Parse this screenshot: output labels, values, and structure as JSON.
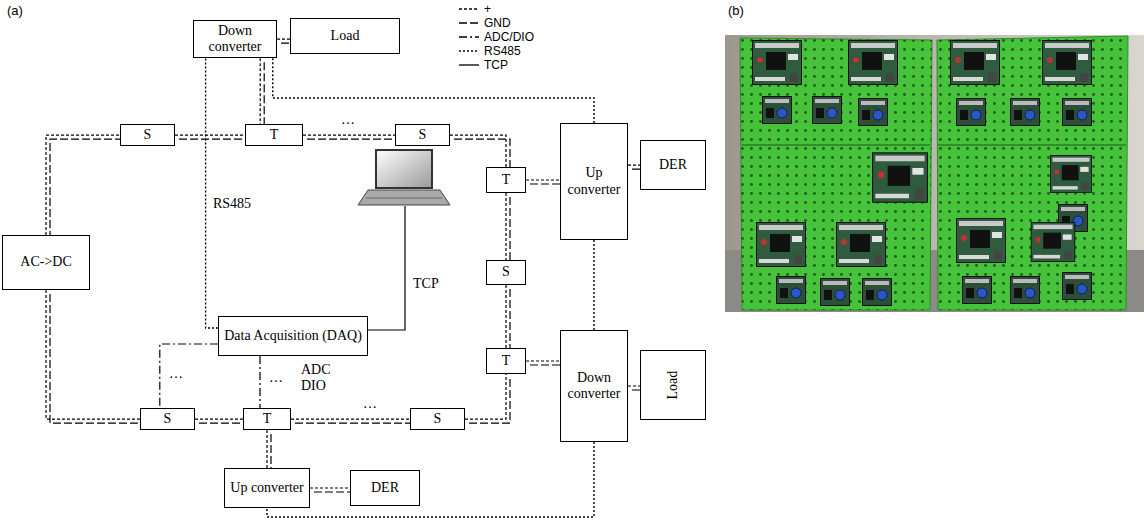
{
  "diagram": {
    "nodes": [
      {
        "text": [
          "Down converter"
        ]
      },
      {
        "text": [
          "Load"
        ]
      },
      {
        "text": [
          "S"
        ]
      },
      {
        "text": [
          "T"
        ]
      },
      {
        "text": [
          "S"
        ]
      },
      {
        "text": [
          "Up converter"
        ]
      },
      {
        "text": [
          "DER"
        ]
      },
      {
        "text": [
          "T"
        ]
      },
      {
        "text": [
          "AC->DC"
        ]
      },
      {
        "text": [
          "S"
        ]
      },
      {
        "text": [
          "Data Acquisition (DAQ)"
        ]
      },
      {
        "text": [
          "T"
        ]
      },
      {
        "text": [
          "Down converter"
        ]
      },
      {
        "text": [
          "Load"
        ]
      },
      {
        "text": [
          "S"
        ]
      },
      {
        "text": [
          "T"
        ]
      },
      {
        "text": [
          "S"
        ]
      },
      {
        "text": [
          "Up converter"
        ]
      },
      {
        "text": [
          "DER"
        ]
      }
    ],
    "edges": [
      {
        "from": 0,
        "to": 1,
        "arrow": "none"
      },
      {
        "from": 0,
        "to": 3,
        "arrow": "none"
      },
      {
        "from": 8,
        "to": 2,
        "arrow": "none"
      },
      {
        "from": 2,
        "to": 3,
        "arrow": "none"
      },
      {
        "from": 3,
        "to": 4,
        "arrow": "none"
      },
      {
        "from": 4,
        "to": 7,
        "arrow": "none"
      },
      {
        "from": 7,
        "to": 5,
        "arrow": "none"
      },
      {
        "from": 5,
        "to": 6,
        "arrow": "none"
      },
      {
        "from": 7,
        "to": 9,
        "arrow": "none"
      },
      {
        "from": 9,
        "to": 11,
        "arrow": "none"
      },
      {
        "from": 11,
        "to": 12,
        "arrow": "none"
      },
      {
        "from": 12,
        "to": 13,
        "arrow": "none"
      },
      {
        "from": 8,
        "to": 14,
        "arrow": "none"
      },
      {
        "from": 14,
        "to": 15,
        "arrow": "none"
      },
      {
        "from": 15,
        "to": 16,
        "arrow": "none"
      },
      {
        "from": 16,
        "to": 11,
        "arrow": "none"
      },
      {
        "from": 15,
        "to": 17,
        "arrow": "none"
      },
      {
        "from": 17,
        "to": 18,
        "arrow": "none"
      },
      {
        "from": 10,
        "to": 15,
        "arrow": "none"
      },
      {
        "from": 10,
        "to": 14,
        "arrow": "none"
      },
      {
        "from": 10,
        "to": 0,
        "arrow": "none"
      },
      {
        "from": 0,
        "to": 5,
        "arrow": "none"
      },
      {
        "from": 5,
        "to": 12,
        "arrow": "none"
      },
      {
        "from": 12,
        "to": 17,
        "arrow": "none"
      }
    ],
    "labels": [
      "(a)",
      "(b)",
      "RS485",
      "TCP",
      "ADC",
      "DIO",
      "…",
      "…",
      "…",
      "…"
    ],
    "legend": [
      {
        "text": "+"
      },
      {
        "text": "GND"
      },
      {
        "text": "ADC/DIO"
      },
      {
        "text": "RS485"
      },
      {
        "text": "TCP"
      }
    ]
  }
}
